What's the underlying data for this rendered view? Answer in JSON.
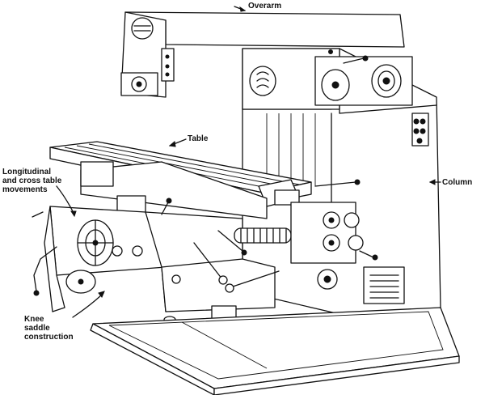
{
  "labels": {
    "overarm": "Overarm",
    "table": "Table",
    "column": "Column",
    "longitudinal_1": "Longitudinal",
    "longitudinal_2": "and cross table",
    "longitudinal_3": "movements",
    "knee_1": "Knee",
    "knee_2": "saddle",
    "knee_3": "construction"
  }
}
